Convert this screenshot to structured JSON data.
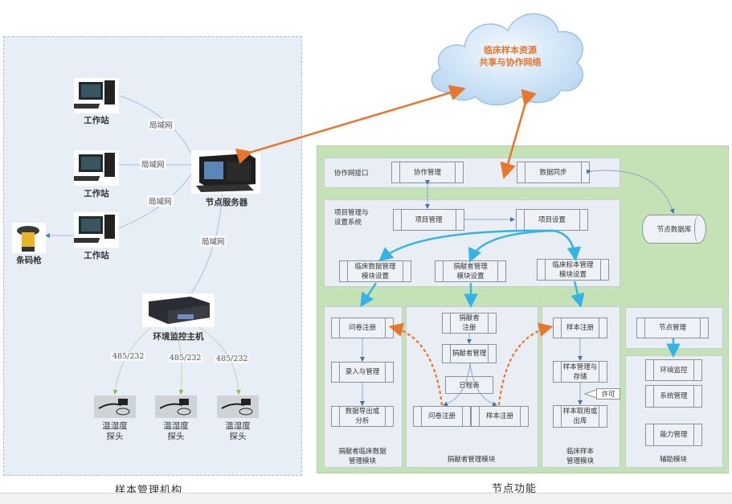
{
  "cloud": {
    "line1": "临床样本资源",
    "line2": "共享与协作网络"
  },
  "left_panel": {
    "caption": "样本管理机构",
    "workstations": [
      "工作站",
      "工作站",
      "工作站"
    ],
    "network_labels": [
      "局域网",
      "局域网",
      "局域网",
      "局域网"
    ],
    "server": "节点服务器",
    "scanner": "条码枪",
    "env_host": "环境监控主机",
    "serial_labels": [
      "485/232",
      "485/232",
      "485/232"
    ],
    "probes": [
      {
        "line1": "温湿度",
        "line2": "探头"
      },
      {
        "line1": "温湿度",
        "line2": "探头"
      },
      {
        "line1": "温湿度",
        "line2": "探头"
      }
    ]
  },
  "right_panel": {
    "caption": "节点功能",
    "collab_interface": {
      "label": "协作网接口",
      "collab_mgmt": "协作管理",
      "data_sync": "数据同步"
    },
    "node_db": "节点数据库",
    "project_system": {
      "label_line1": "项目管理与",
      "label_line2": "设置系统",
      "project_mgmt": "项目管理",
      "project_settings": "项目设置",
      "settings": [
        {
          "line1": "临床数据管理",
          "line2": "模块设置"
        },
        {
          "line1": "捐献者管理",
          "line2": "模块设置"
        },
        {
          "line1": "临床标本管理",
          "line2": "模块设置"
        }
      ]
    },
    "clinical_data_module": {
      "items": [
        "问卷注册",
        "录入与管理"
      ],
      "export": {
        "line1": "数据导出或",
        "line2": "分析"
      },
      "label_line1": "捐献者临床数据",
      "label_line2": "管理模块"
    },
    "donor_module": {
      "donor_reg": {
        "line1": "捐献者",
        "line2": "注册"
      },
      "donor_mgmt": "捐献者管理",
      "schedule": "日程表",
      "questionnaire_reg": "问卷注册",
      "sample_reg": "样本注册",
      "label": "捐献者管理模块"
    },
    "sample_module": {
      "sample_reg": "样本注册",
      "storage": {
        "line1": "样本管理与",
        "line2": "存储"
      },
      "permit": "许可",
      "retrieve": {
        "line1": "样本取用或",
        "line2": "出库"
      },
      "label_line1": "临床样本",
      "label_line2": "管理模块"
    },
    "aux_module": {
      "node_mgmt": "节点管理",
      "items": [
        "环境监控",
        "系统管理",
        "能力管理"
      ],
      "label": "辅助模块"
    }
  },
  "colors": {
    "orange_arrow": "#e8762c",
    "blue_arrow": "#34b3e4",
    "thin_connector": "#6f8fc4",
    "green_connector": "#7bc453",
    "left_bg": "#e8eef6",
    "right_bg": "#c5e2b6",
    "sub_bg": "#e9edf4"
  }
}
